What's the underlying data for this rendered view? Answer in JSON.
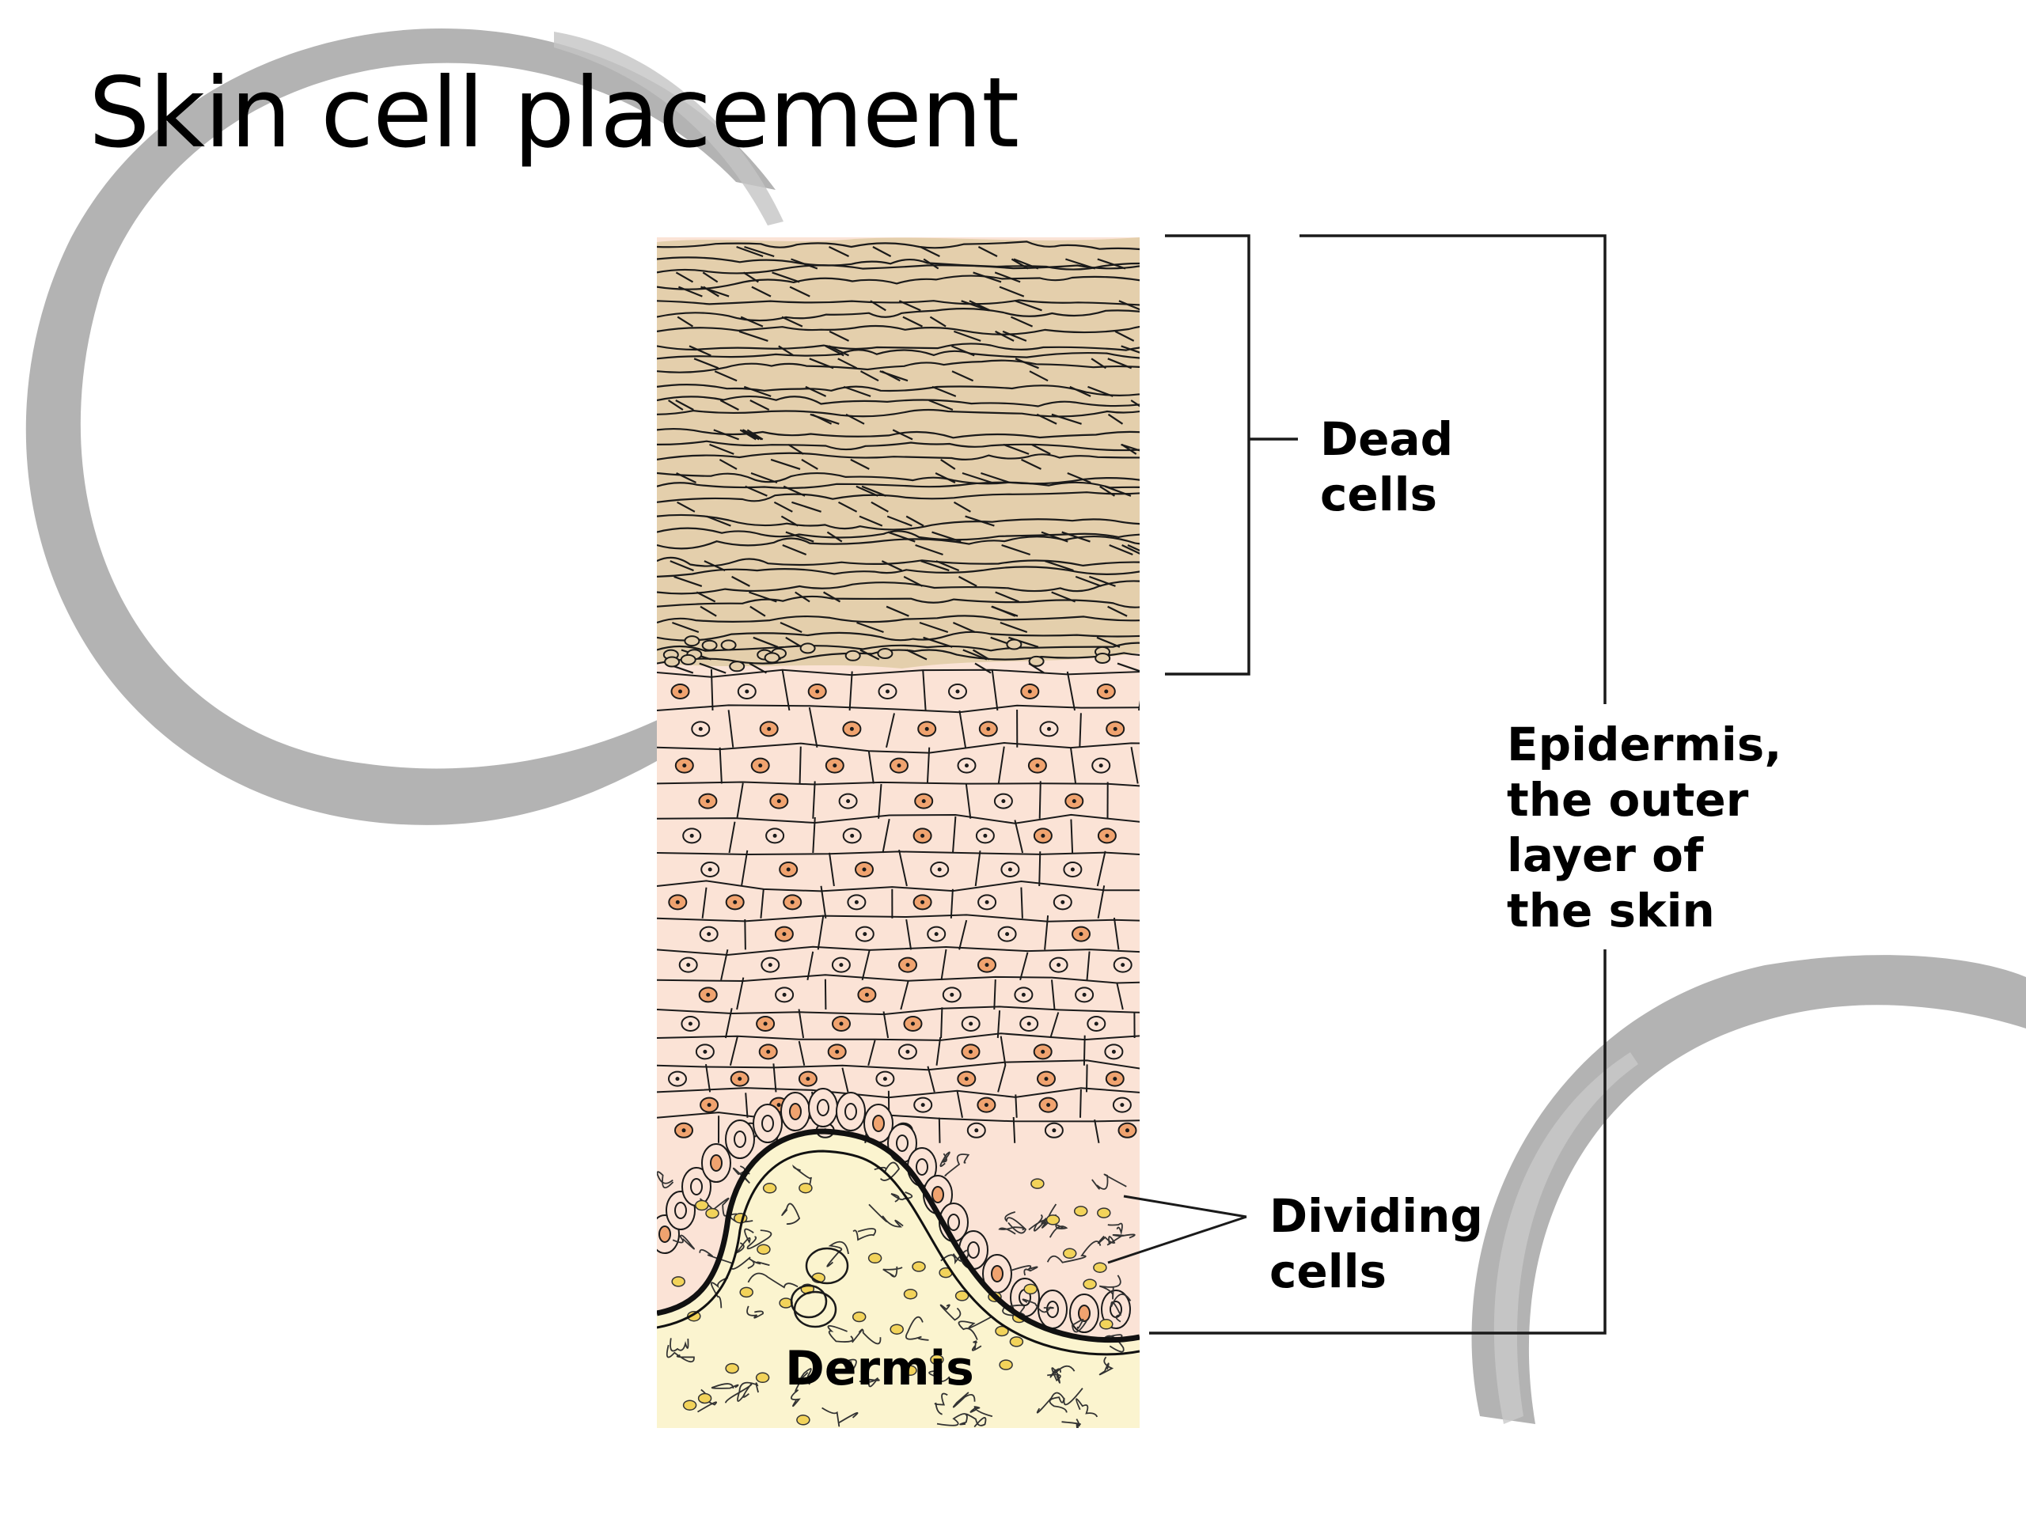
{
  "slide": {
    "title": "Skin cell placement"
  },
  "labels": {
    "dead_cells": [
      "Dead",
      "cells"
    ],
    "epidermis": [
      "Epidermis,",
      "the outer",
      "layer of",
      "the skin"
    ],
    "dividing_cells": [
      "Dividing",
      "cells"
    ],
    "dermis": "Dermis"
  },
  "colors": {
    "dead_layer": "#e4cfac",
    "living_layer": "#fbe3d6",
    "dermis": "#fbf4cf",
    "outline": "#1a1a1a",
    "decoration": "#b3b3b3",
    "nucleus_orange": "#f0a36f",
    "nucleus_yellow": "#f2d35a"
  }
}
